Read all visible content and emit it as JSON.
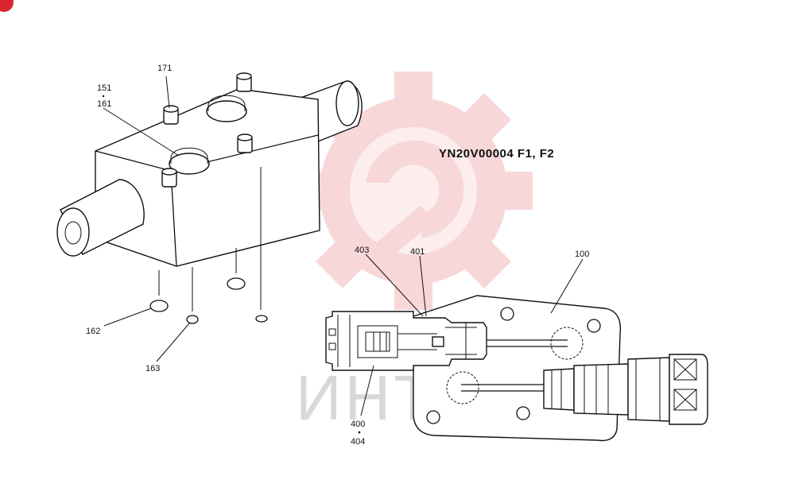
{
  "drawing_code": "YN20V00004 F1, F2",
  "watermark_text": "ИНТЕХ",
  "watermark_color": "#f4b8bb",
  "corner_badge_color": "#d9262e",
  "part_labels": {
    "p151": "151",
    "p161": "161",
    "p171": "171",
    "p162": "162",
    "p163": "163",
    "p100": "100",
    "p401": "401",
    "p403": "403",
    "p400": "400",
    "p404": "404"
  }
}
